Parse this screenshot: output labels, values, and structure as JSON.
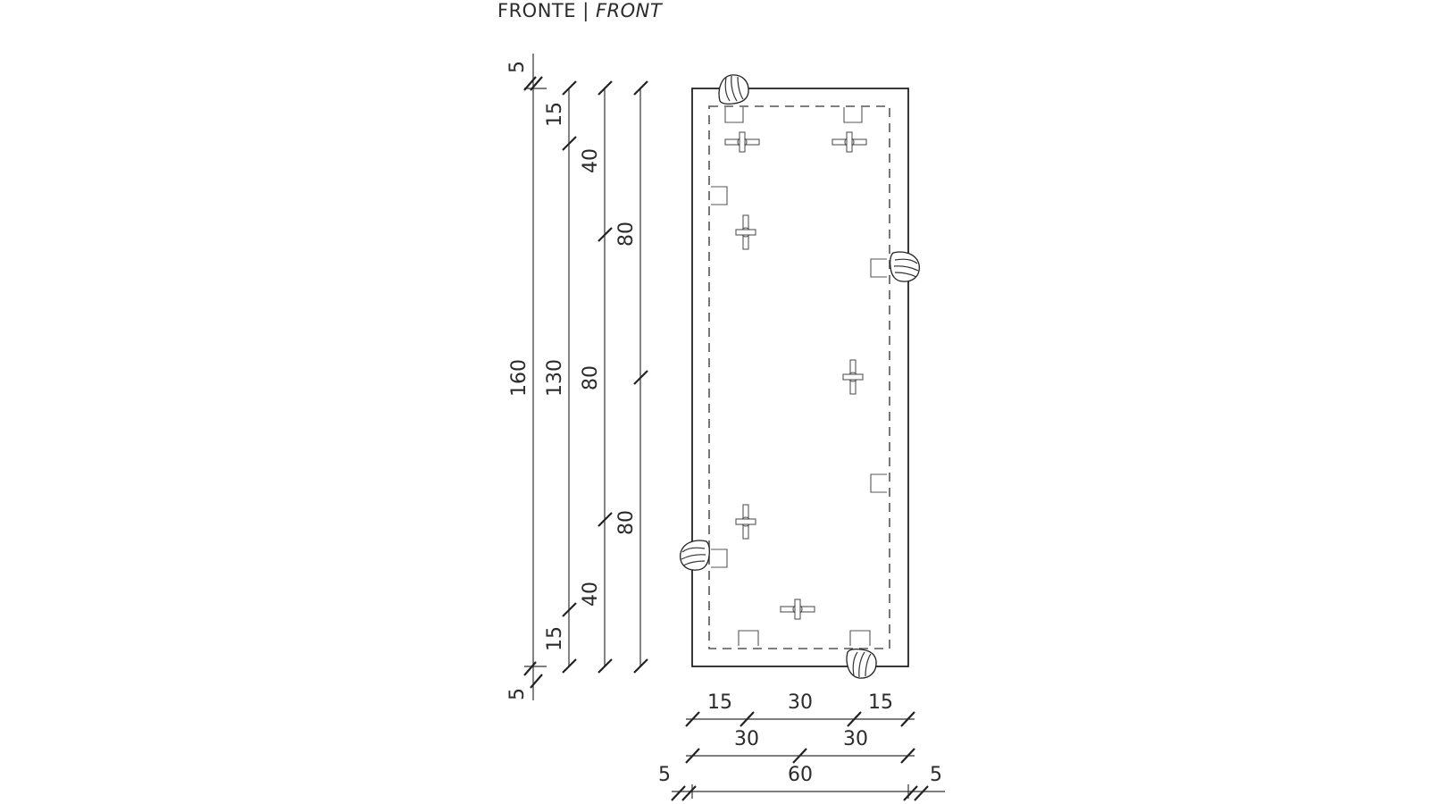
{
  "title": {
    "main": "FRONTE",
    "separator": "|",
    "sub": "FRONT"
  },
  "vertical_dims": {
    "col1": [
      "5",
      "160",
      "5"
    ],
    "col2": [
      "15",
      "130",
      "15"
    ],
    "col3": [
      "40",
      "80",
      "40"
    ],
    "col4": [
      "80",
      "80"
    ]
  },
  "horizontal_dims": {
    "row1": [
      "15",
      "30",
      "15"
    ],
    "row2": [
      "30",
      "30"
    ],
    "row3": [
      "5",
      "60",
      "5"
    ]
  }
}
